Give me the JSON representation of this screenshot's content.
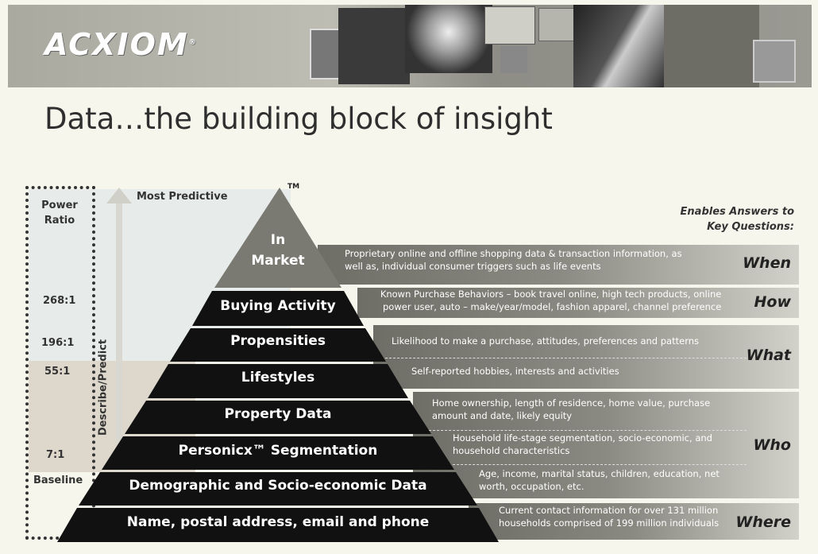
{
  "banner": {
    "logo": "ACXIOM",
    "logo_mark": "®"
  },
  "title": "Data…the building block of insight",
  "power": {
    "header_line1": "Power",
    "header_line2": "Ratio",
    "ratios": [
      "268:1",
      "196:1",
      "55:1",
      "7:1"
    ],
    "baseline": "Baseline"
  },
  "axis": {
    "most_predictive": "Most Predictive",
    "describe_predict": "Describe/Predict"
  },
  "trademark": "TM",
  "enables": {
    "line1": "Enables Answers to",
    "line2": "Key Questions:"
  },
  "layers": [
    {
      "label_line1": "In",
      "label_line2": "Market"
    },
    {
      "label": "Buying Activity"
    },
    {
      "label": "Propensities"
    },
    {
      "label": "Lifestyles"
    },
    {
      "label": "Property Data"
    },
    {
      "label": "Personicx™ Segmentation"
    },
    {
      "label": "Demographic and Socio-economic Data"
    },
    {
      "label": "Name, postal address, email and phone"
    }
  ],
  "descriptions": [
    {
      "line1": "Proprietary online and offline shopping data & transaction information, as",
      "line2": "well as, individual consumer triggers such as life events"
    },
    {
      "line1": "Known Purchase Behaviors – book travel online, high tech products, online",
      "line2": "power user, auto – make/year/model, fashion apparel, channel preference"
    },
    {
      "line1": "Likelihood to make a purchase, attitudes, preferences and patterns",
      "line2": ""
    },
    {
      "line1": "Self-reported hobbies, interests and activities",
      "line2": ""
    },
    {
      "line1": "Home ownership, length of residence, home value, purchase",
      "line2": "amount and date, likely equity"
    },
    {
      "line1": "Household life-stage segmentation, socio-economic, and",
      "line2": "household characteristics"
    },
    {
      "line1": "Age, income, marital status, children, education, net",
      "line2": "worth, occupation, etc."
    },
    {
      "line1": "Current contact information for over 131 million",
      "line2": "households comprised of 199 million individuals"
    }
  ],
  "questions": [
    "When",
    "How",
    "What",
    "Who",
    "Where"
  ],
  "colors": {
    "pyramid_dark": "#111111",
    "pyramid_top": "#7a7a72",
    "bar_dark": "#6e6e66",
    "bar_light": "#c9c9c1"
  }
}
